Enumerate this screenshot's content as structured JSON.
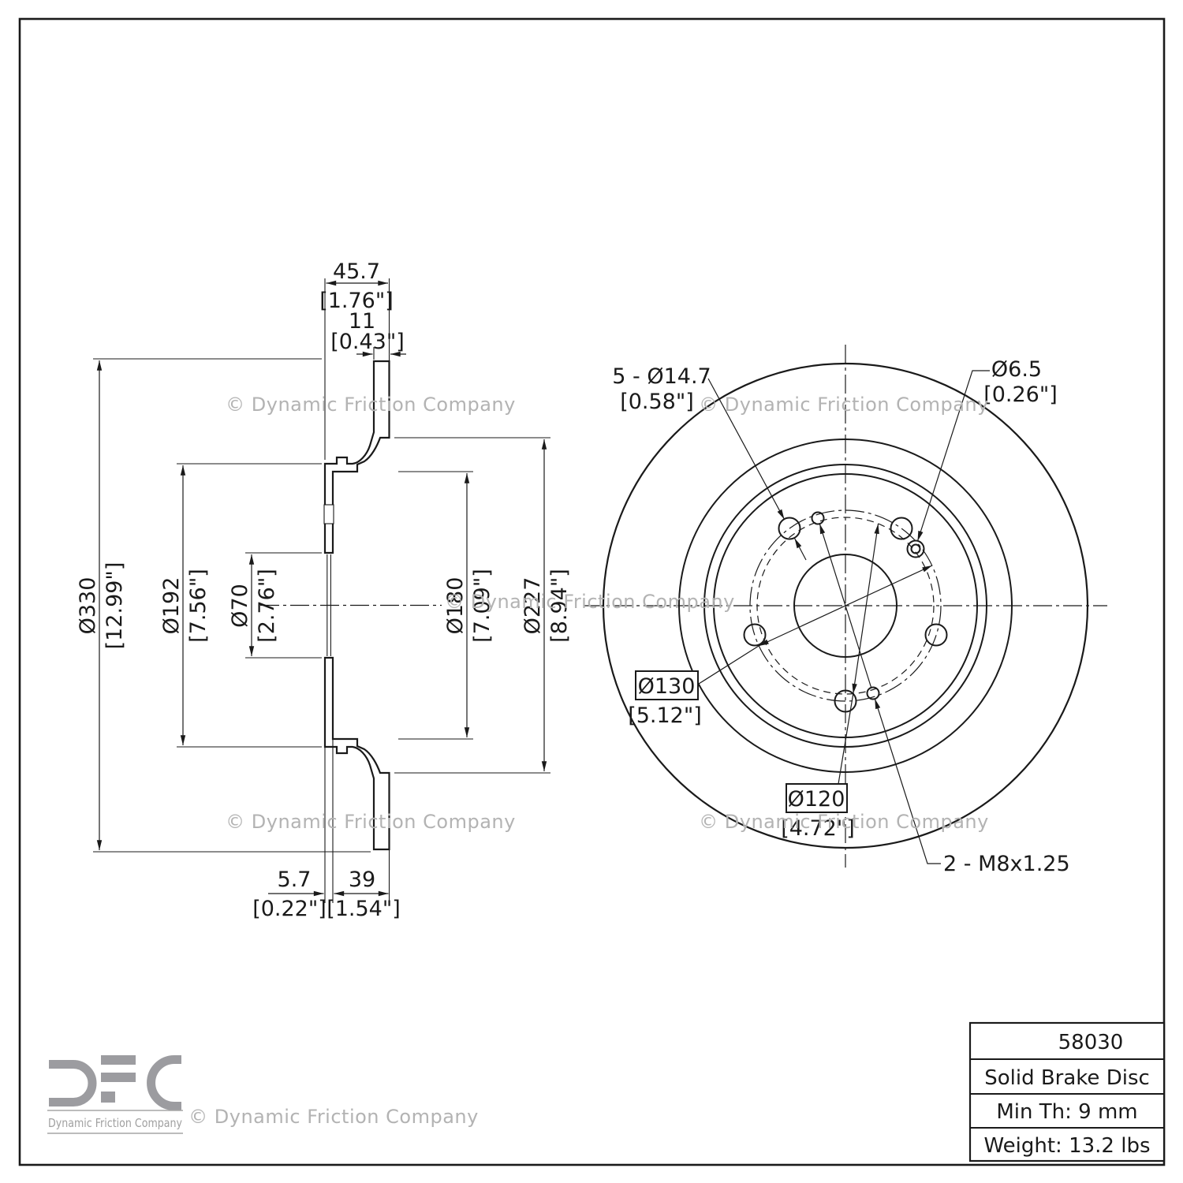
{
  "drawing": {
    "watermark": "© Dynamic Friction Company",
    "colors": {
      "line": "#1a1a1a",
      "watermark": "#b3b3b3",
      "logo_gray": "#9c9ca0"
    },
    "section_view": {
      "dims": {
        "overall_width": {
          "mm": "45.7",
          "in": "[1.76\"]"
        },
        "disc_thickness": {
          "mm": "11",
          "in": "[0.43\"]"
        },
        "outer_diameter": {
          "mm": "Ø330",
          "in": "[12.99\"]"
        },
        "flange_diameter": {
          "mm": "Ø192",
          "in": "[7.56\"]"
        },
        "bore_diameter": {
          "mm": "Ø70",
          "in": "[2.76\"]"
        },
        "hat_inner_diameter": {
          "mm": "Ø180",
          "in": "[7.09\"]"
        },
        "inner_ring_diameter": {
          "mm": "Ø227",
          "in": "[8.94\"]"
        },
        "wall_thickness": {
          "mm": "5.7",
          "in": "[0.22\"]"
        },
        "hat_depth": {
          "mm": "39",
          "in": "[1.54\"]"
        }
      }
    },
    "front_view": {
      "labels": {
        "bolt_holes": {
          "mm": "5 - Ø14.7",
          "in": "[0.58\"]"
        },
        "pin_hole": {
          "mm": "Ø6.5",
          "in": "[0.26\"]"
        },
        "bolt_circle": {
          "mm": "Ø130",
          "in": "[5.12\"]"
        },
        "thread_circle": {
          "mm": "Ø120",
          "in": "[4.72\"]"
        },
        "thread_spec": "2 - M8x1.25"
      }
    },
    "title_block": {
      "part_number": "58030",
      "description": "Solid Brake Disc",
      "min_thickness": "Min Th: 9 mm",
      "weight": "Weight: 13.2 lbs"
    },
    "logo": {
      "company": "Dynamic Friction Company"
    }
  }
}
